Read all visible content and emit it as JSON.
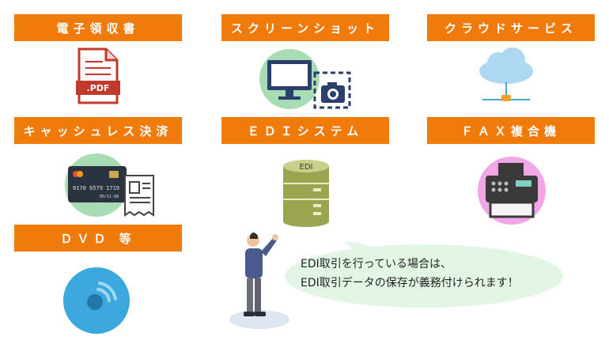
{
  "categories": [
    {
      "label": "電子領収書",
      "icon": "pdf-file-icon",
      "icon_text": ".PDF"
    },
    {
      "label": "スクリーンショット",
      "icon": "monitor-camera-icon"
    },
    {
      "label": "クラウドサービス",
      "icon": "cloud-network-icon"
    },
    {
      "label": "キャッシュレス決済",
      "icon": "credit-card-receipt-icon",
      "card_number": "0170 6579 1719",
      "card_expiry": "05/11-08"
    },
    {
      "label": "ＥＤＩシステム",
      "icon": "database-icon",
      "icon_text": "EDI"
    },
    {
      "label": "ＦＡＸ複合機",
      "icon": "fax-machine-icon"
    },
    {
      "label": "ＤＶＤ 等",
      "icon": "disc-icon"
    }
  ],
  "speech": {
    "line1": "EDI取引を行っている場合は、",
    "line2": "EDI取引データの保存が義務付けられます！"
  },
  "colors": {
    "label_bg": "#f07a0a",
    "label_text": "#ffffff",
    "bubble_bg": "#e3f6e6",
    "icon_circle_green": "#a8dcb2",
    "icon_circle_pink": "#f2a6e8"
  }
}
